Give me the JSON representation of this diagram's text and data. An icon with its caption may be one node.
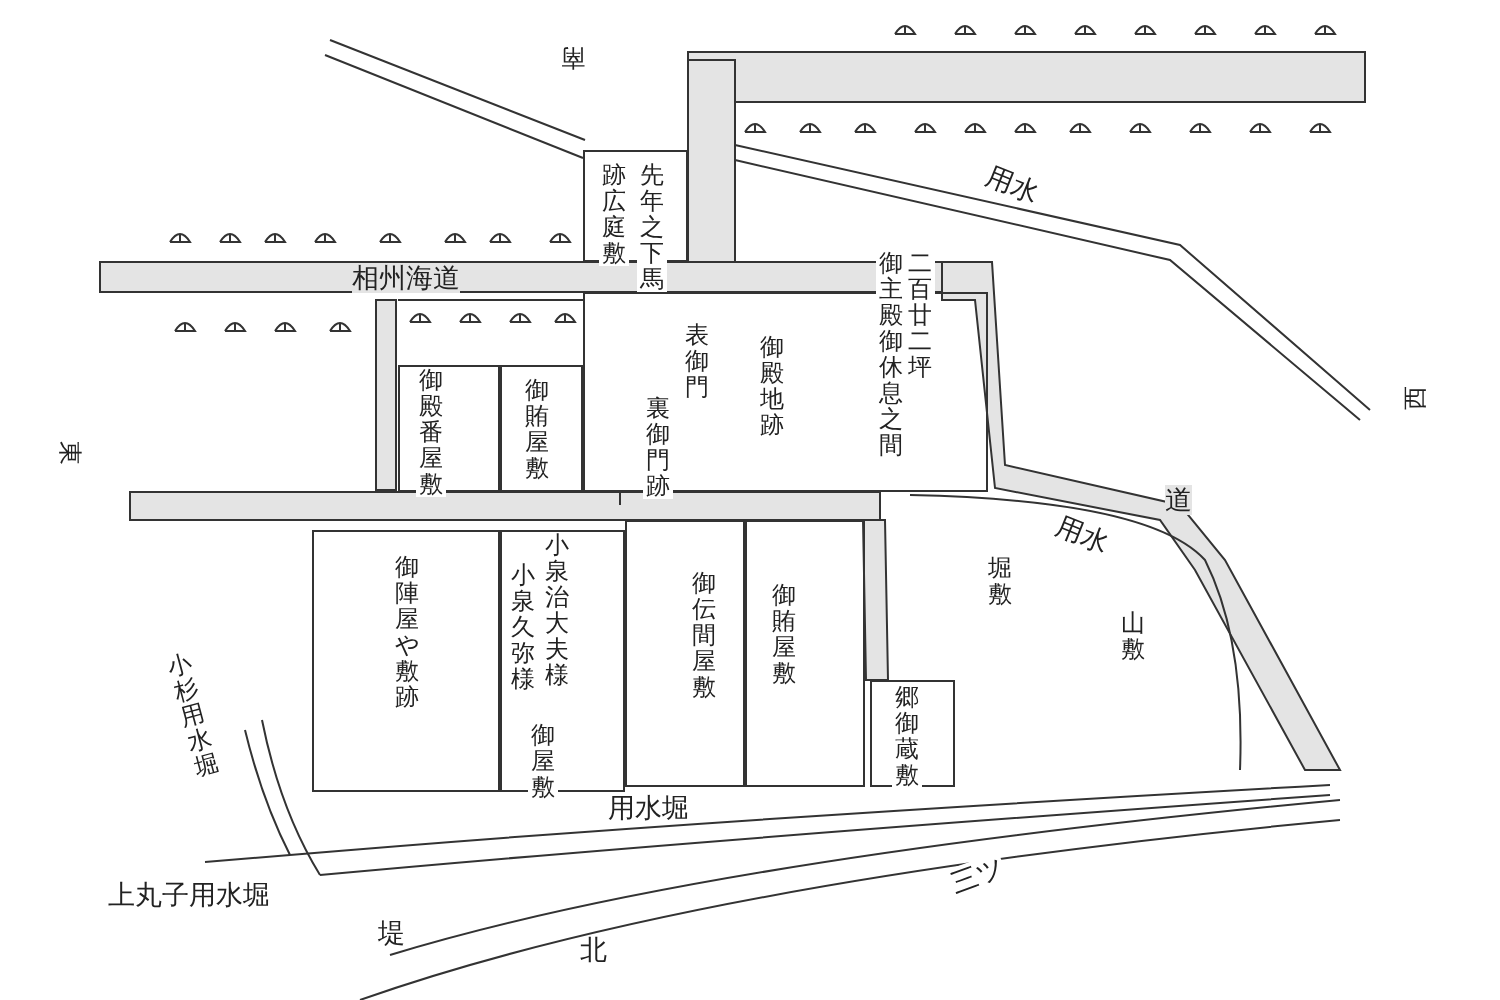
{
  "diagram": {
    "nodes": [
      {
        "text": [
          "跡広庭敷",
          "先年之下馬"
        ]
      },
      {
        "text": [
          "御殿番屋敷"
        ]
      },
      {
        "text": [
          "御賄屋敷"
        ]
      },
      {
        "text": [
          "御殿地跡"
        ]
      },
      {
        "text": [
          "御陣屋や敷跡"
        ]
      },
      {
        "text": [
          "小泉久弥様",
          "小泉治大夫様",
          "御屋敷"
        ]
      },
      {
        "text": [
          "御伝間屋敷"
        ]
      },
      {
        "text": [
          "御賄屋敷"
        ]
      },
      {
        "text": [
          "郷御蔵敷"
        ]
      }
    ],
    "labels": [
      "南",
      "用水",
      "相州海道",
      "表御門",
      "二百廿二坪",
      "御主殿御休息之間",
      "裏御門跡",
      "東",
      "西",
      "道",
      "用水",
      "堀敷",
      "山敷",
      "小杉用水堀",
      "用水堀",
      "上丸子用水堀",
      "三ツ",
      "堤",
      "北"
    ]
  }
}
